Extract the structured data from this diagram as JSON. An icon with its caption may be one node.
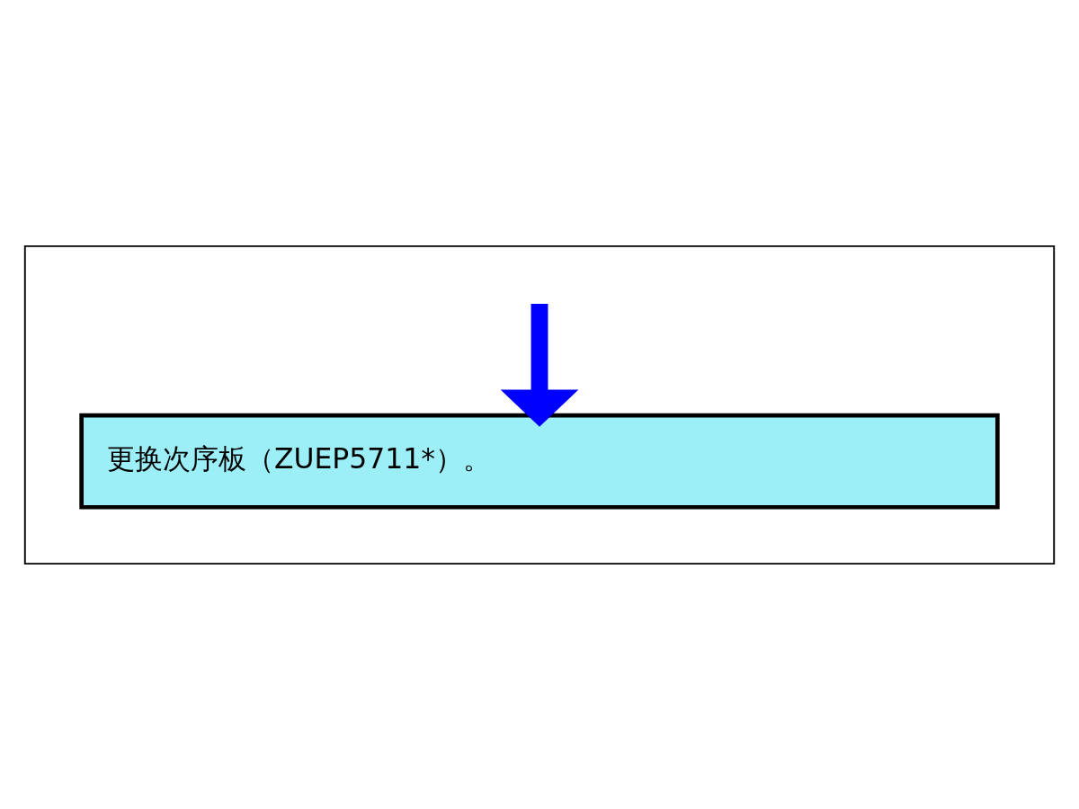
{
  "diagram": {
    "nodes": [
      {
        "text": [],
        "shape": "box"
      },
      {
        "text": [
          "更换次序板（ZUEP5711*）。"
        ],
        "in": 0
      }
    ],
    "edges": [
      {
        "from": null,
        "to": 1,
        "arrow": "to",
        "color": "#0000ff"
      }
    ]
  }
}
